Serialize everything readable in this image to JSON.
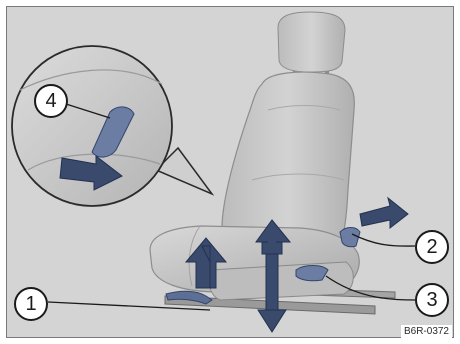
{
  "figure": {
    "callouts": [
      {
        "id": "1",
        "label": "1"
      },
      {
        "id": "2",
        "label": "2"
      },
      {
        "id": "3",
        "label": "3"
      },
      {
        "id": "4",
        "label": "4"
      }
    ],
    "reference_code": "B6R-0372",
    "colors": {
      "background": "#d4d4d4",
      "seat": "#c4c4c4",
      "arrow": "#3a4a6c",
      "callout_border": "#1a1a1a"
    },
    "icons": {
      "arrow": "dark-blue-direction-arrow",
      "lever": "seat-adjustment-lever"
    }
  }
}
